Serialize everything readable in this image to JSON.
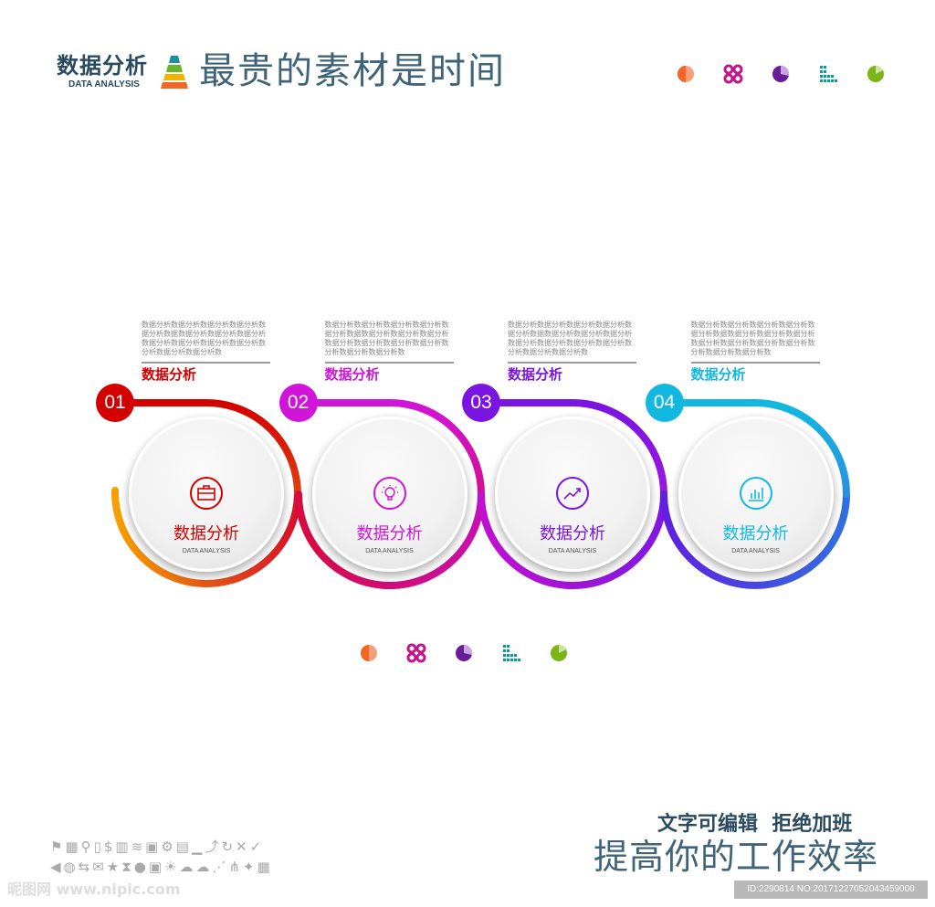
{
  "header": {
    "brand_cn": "数据分析",
    "brand_en": "DATA ANALYSIS",
    "slogan": "最贵的素材是时间"
  },
  "steps": [
    {
      "number": "01",
      "title": "数据分析",
      "desc": "数据分析数据分析数据分析数据分析数据分析数据数据分析数据分析数据分析数据分析数据分析数据分析数据分析数分析数据分析数据分析数",
      "label": "数据分析",
      "sub": "DATA ANALYSIS",
      "icon": "briefcase-icon",
      "color": "#d40000"
    },
    {
      "number": "02",
      "title": "数据分析",
      "desc": "数据分析数据分析数据分析数据分析数据分析数据数据分析数据分析数据分析数据分析数据分析数据分析数据分析数分析数据分析数据分析数",
      "label": "数据分析",
      "sub": "DATA ANALYSIS",
      "icon": "lightbulb-icon",
      "color": "#d014d8"
    },
    {
      "number": "03",
      "title": "数据分析",
      "desc": "数据分析数据分析数据分析数据分析数据分析数据数据分析数据分析数据分析数据分析数据分析数据分析数据分析数分析数据分析数据分析数",
      "label": "数据分析",
      "sub": "DATA ANALYSIS",
      "icon": "trend-up-icon",
      "color": "#7a14e0"
    },
    {
      "number": "04",
      "title": "数据分析",
      "desc": "数据分析数据分析数据分析数据分析数据分析数据数据分析数据分析数据分析数据分析数据分析数据分析数据分析数分析数据分析数据分析数",
      "label": "数据分析",
      "sub": "DATA ANALYSIS",
      "icon": "bar-chart-icon",
      "color": "#12b8e0"
    }
  ],
  "footer": {
    "line1": "文字可编辑  拒绝加班",
    "line2": "提高你的工作效率",
    "icons_row1": "⚑▦⚲▯$▥≋▣⚙▤▁⤴↻✕✓",
    "icons_row2": "◀◍⇆✉★⧗●▣☀☁☁⋰⋔✦▦",
    "watermark": "昵图网 www.nipic.com",
    "id": "ID:2290814 NO:20171227052043459000"
  },
  "colors": {
    "orange": "#f26522",
    "magenta": "#c0168c",
    "purple": "#6a1b9a",
    "teal": "#00a090",
    "green": "#7cb518"
  }
}
